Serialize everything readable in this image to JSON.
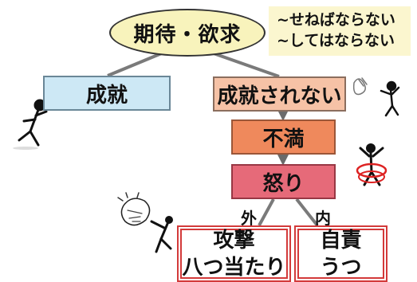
{
  "diagram": {
    "top": "期待・欲求",
    "note": [
      "~せねばならない",
      "~してはならない"
    ],
    "achieved": "成就",
    "not_achieved": "成就されない",
    "dissatisfaction": "不満",
    "anger": "怒り",
    "branch_out": "外",
    "branch_in": "内",
    "outward": [
      "攻撃",
      "八つ当たり"
    ],
    "inward": [
      "自責",
      "うつ"
    ]
  }
}
